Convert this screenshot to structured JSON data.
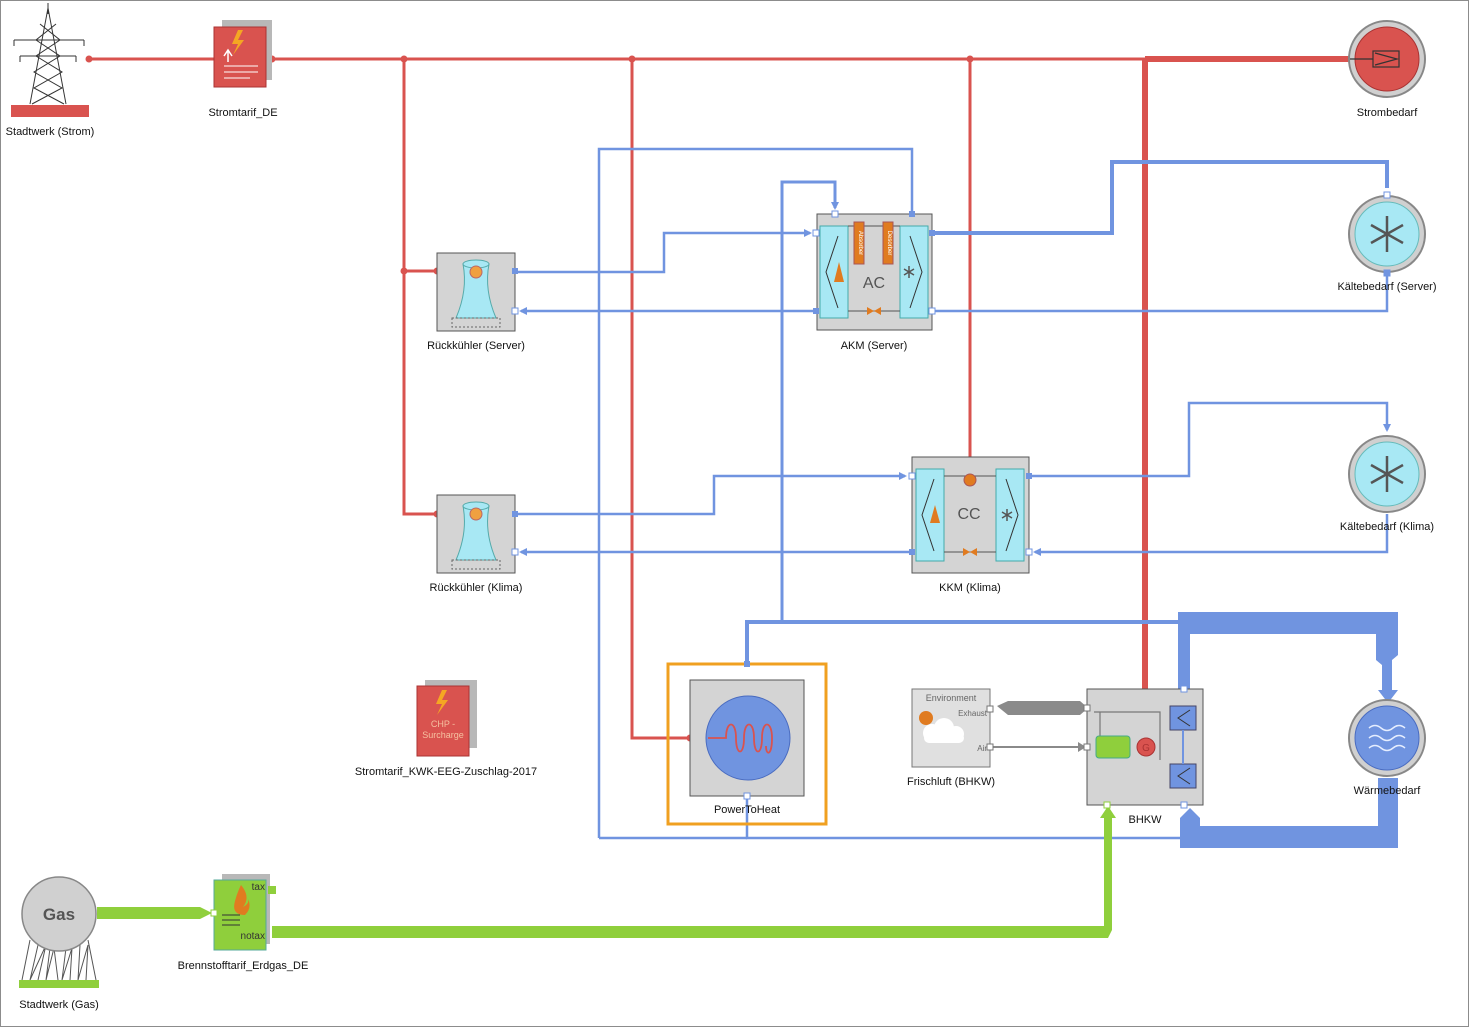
{
  "colors": {
    "electric": "#d9534f",
    "water": "#7094e0",
    "gas": "#8fcf3c",
    "exhaust": "#8a8a8a",
    "highlight": "#f0a020",
    "box": "#d4d4d4"
  },
  "components": {
    "stadtwerk_strom": "Stadtwerk (Strom)",
    "stromtarif": "Stromtarif_DE",
    "strombedarf": "Strombedarf",
    "kaeltebedarf_server": "Kältebedarf (Server)",
    "kaeltebedarf_klima": "Kältebedarf (Klima)",
    "waermebedarf": "Wärmebedarf",
    "rueckkuehler_server": "Rückkühler (Server)",
    "rueckkuehler_klima": "Rückkühler (Klima)",
    "akm": "AKM (Server)",
    "kkm": "KKM (Klima)",
    "stromtarif_kwk": "Stromtarif_KWK-EEG-Zuschlag-2017",
    "power_to_heat": "PowerToHeat",
    "frischluft": "Frischluft (BHKW)",
    "bhkw": "BHKW",
    "stadtwerk_gas": "Stadtwerk (Gas)",
    "brennstofftarif": "Brennstofftarif_Erdgas_DE"
  },
  "inner_labels": {
    "ac": "AC",
    "cc": "CC",
    "absorber": "Absorber",
    "desorber": "Desorber",
    "chp": "CHP -",
    "surcharge": "Surcharge",
    "environment": "Environment",
    "exhaust": "Exhaust",
    "air": "Air",
    "gas": "Gas",
    "tax": "tax",
    "notax": "notax",
    "generator": "G"
  },
  "icons": {
    "pylon": "power-pylon-icon",
    "tariff": "electricity-tariff-icon",
    "demand": "electric-demand-icon",
    "cold": "snowflake-icon",
    "heat": "heat-waves-icon",
    "tower": "cooling-tower-icon",
    "flame": "flame-icon",
    "coil": "heating-coil-icon"
  }
}
